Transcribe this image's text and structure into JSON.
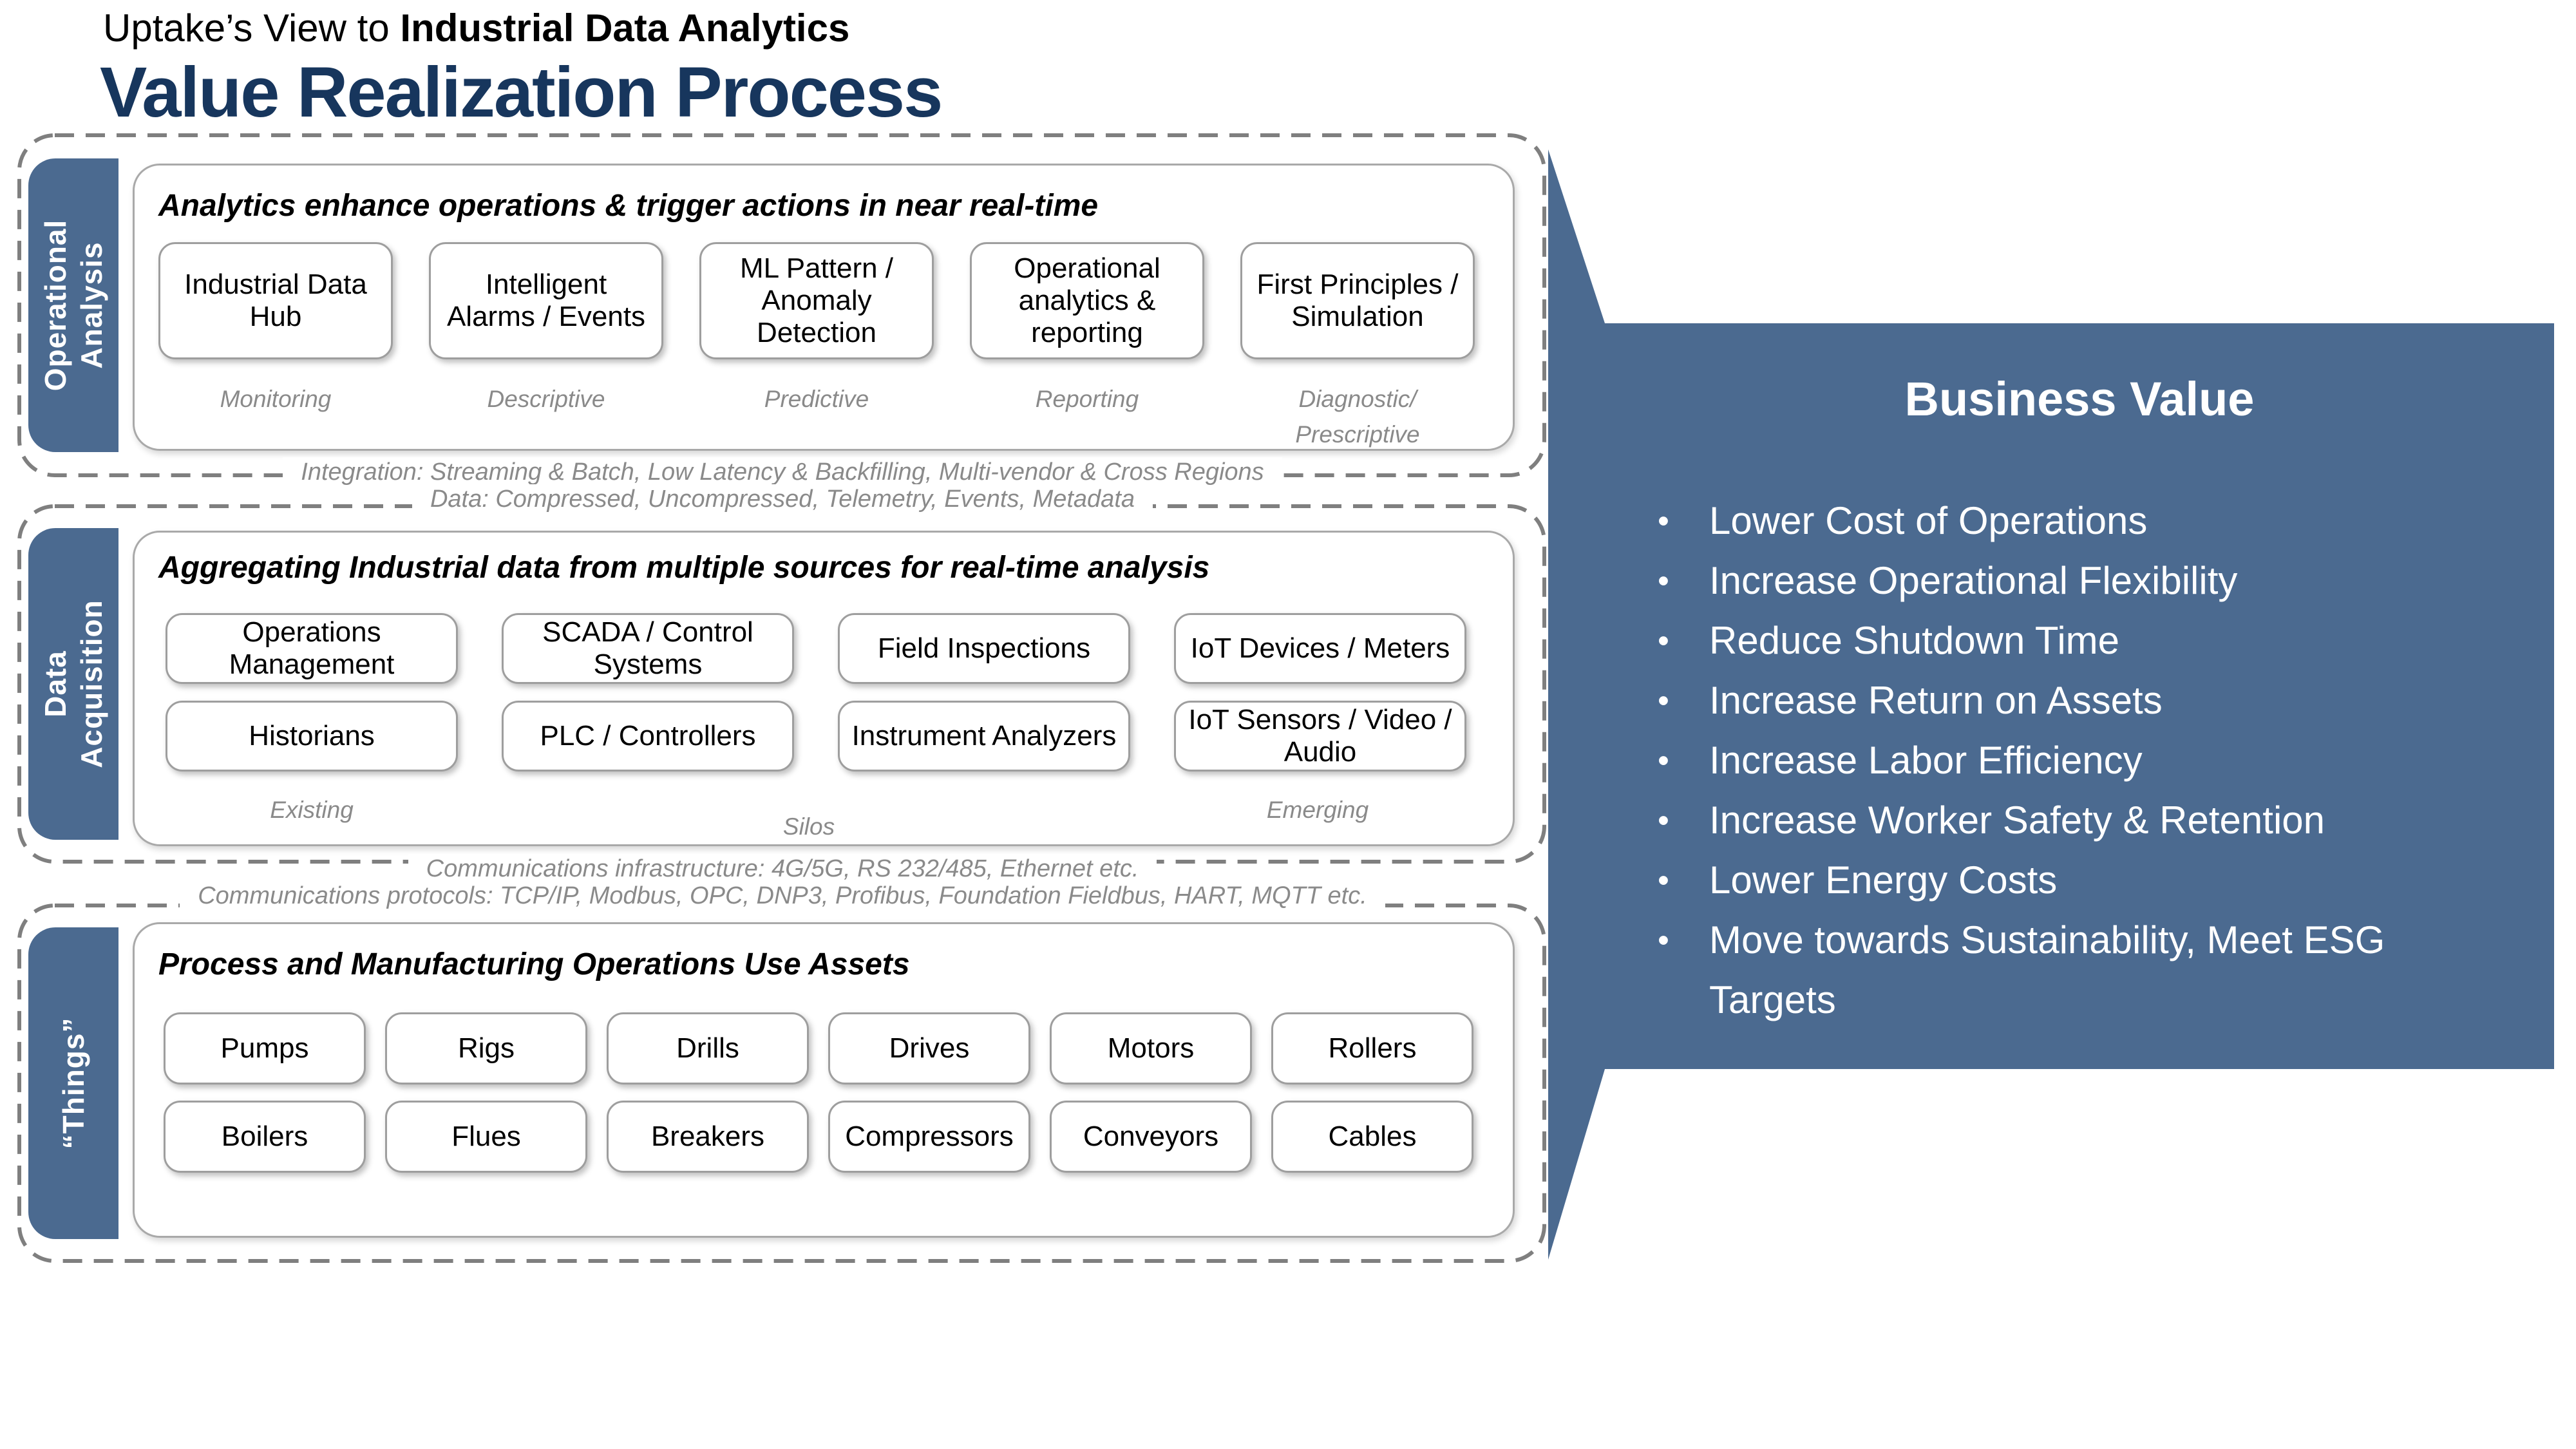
{
  "colors": {
    "accent_blue": "#4B6A90",
    "title_navy": "#17365D",
    "dash_gray": "#7F7F7F",
    "panel_border_gray": "#A9A9A9",
    "box_border_gray": "#9E9E9E",
    "caption_gray": "#8A8A8A"
  },
  "header": {
    "kicker_prefix": "Uptake’s View to ",
    "kicker_bold": "Industrial Data Analytics",
    "title": "Value Realization Process"
  },
  "sections": {
    "operational_analysis": {
      "tab": "Operational\nAnalysis",
      "heading": "Analytics enhance operations & trigger actions in near real-time",
      "boxes": [
        "Industrial Data Hub",
        "Intelligent Alarms / Events",
        "ML Pattern / Anomaly Detection",
        "Operational analytics & reporting",
        "First Principles / Simulation"
      ],
      "captions": [
        "Monitoring",
        "Descriptive",
        "Predictive",
        "Reporting",
        "Diagnostic/\nPrescriptive"
      ]
    },
    "data_acquisition": {
      "tab": "Data Acquisition",
      "heading": "Aggregating Industrial data from multiple sources for real-time analysis",
      "boxes": [
        "Operations Management",
        "SCADA / Control Systems",
        "Field Inspections",
        "IoT Devices / Meters",
        "Historians",
        "PLC / Controllers",
        "Instrument Analyzers",
        "IoT Sensors / Video / Audio"
      ],
      "captions": [
        "Existing",
        "Silos",
        "Emerging"
      ]
    },
    "things": {
      "tab": "“Things”",
      "heading": "Process and Manufacturing Operations Use Assets",
      "boxes": [
        "Pumps",
        "Rigs",
        "Drills",
        "Drives",
        "Motors",
        "Rollers",
        "Boilers",
        "Flues",
        "Breakers",
        "Compressors",
        "Conveyors",
        "Cables"
      ]
    }
  },
  "connectors": {
    "integration": [
      "Integration: Streaming & Batch, Low Latency & Backfilling, Multi-vendor & Cross Regions",
      "Data: Compressed, Uncompressed, Telemetry, Events, Metadata"
    ],
    "communications": [
      "Communications infrastructure: 4G/5G, RS 232/485, Ethernet etc.",
      "Communications protocols: TCP/IP, Modbus, OPC, DNP3, Profibus, Foundation Fieldbus, HART, MQTT etc."
    ]
  },
  "business_value": {
    "title": "Business Value",
    "items": [
      "Lower Cost of Operations",
      "Increase Operational Flexibility",
      "Reduce Shutdown Time",
      "Increase Return on Assets",
      "Increase Labor Efficiency",
      "Increase Worker Safety & Retention",
      "Lower Energy Costs",
      "Move towards Sustainability, Meet ESG Targets"
    ]
  }
}
